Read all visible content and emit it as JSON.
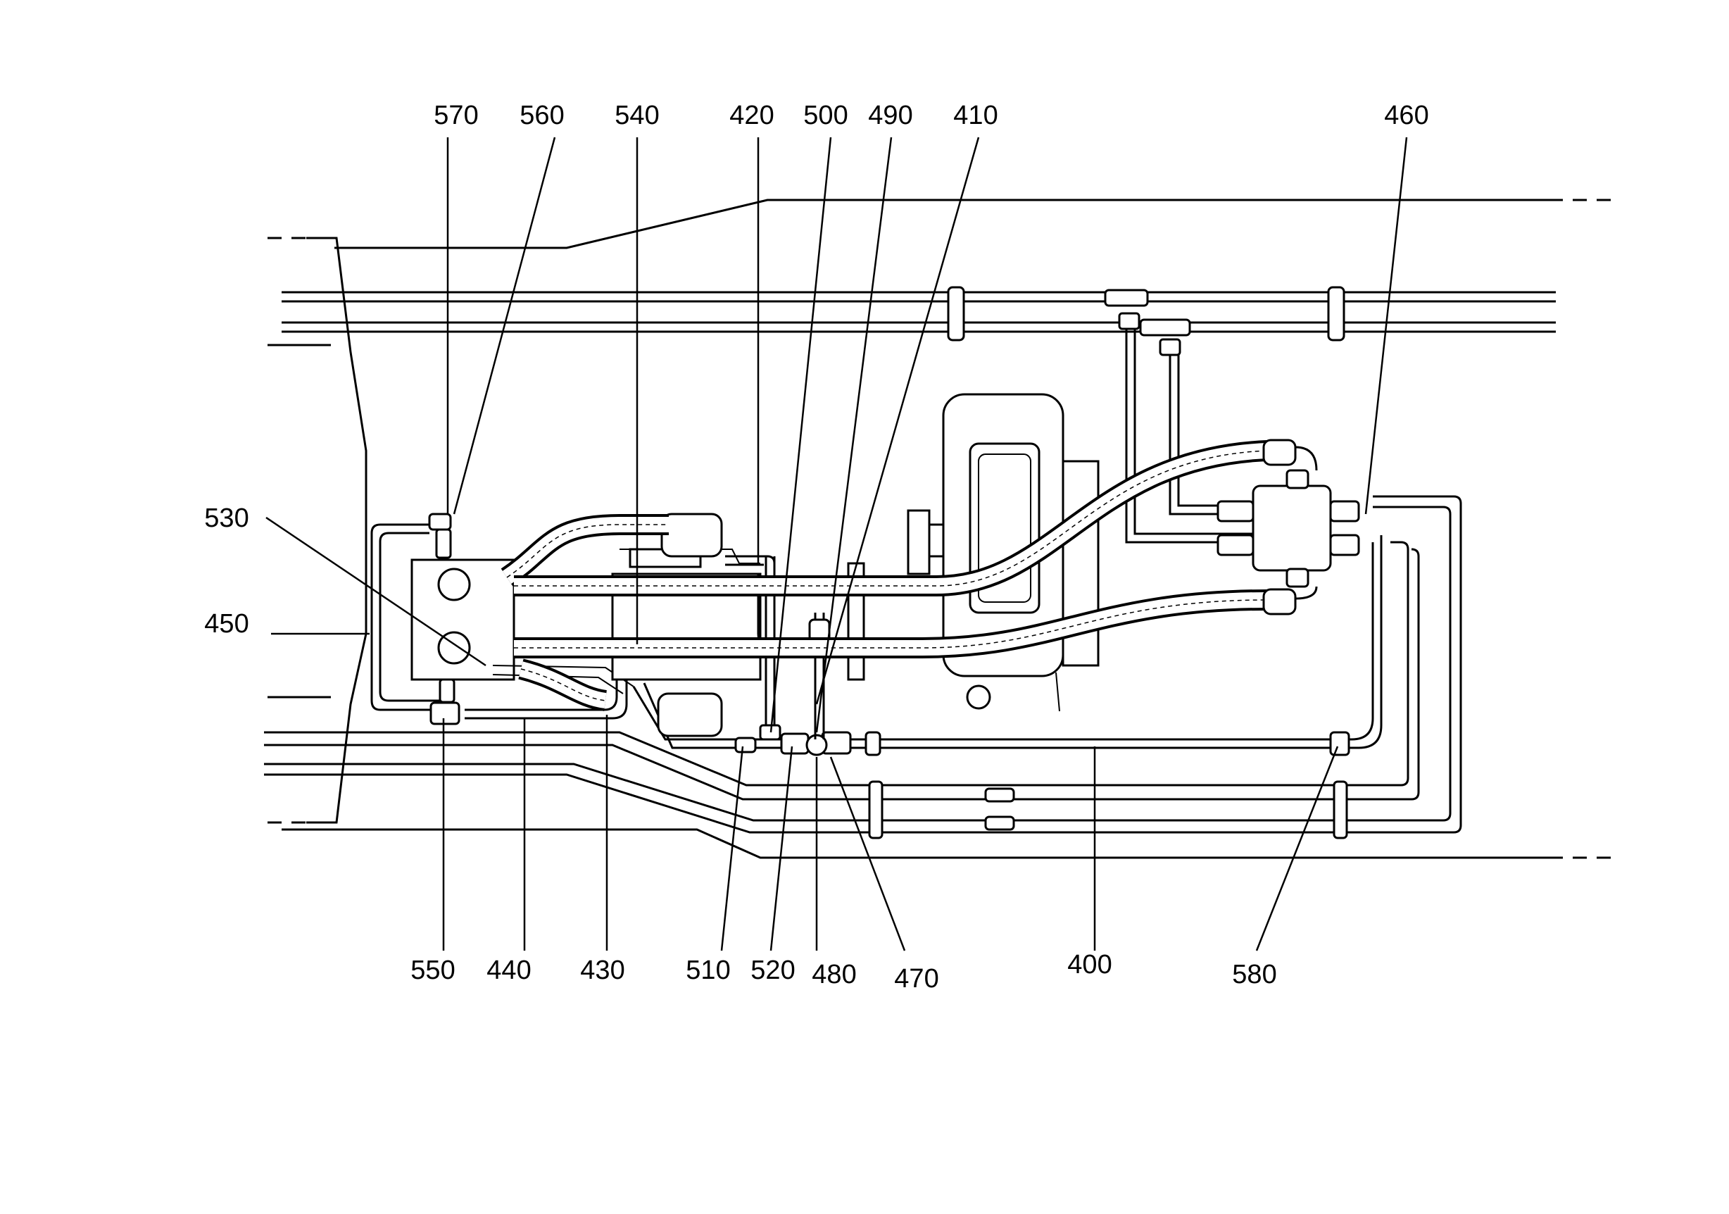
{
  "labels_top": [
    "570",
    "560",
    "540",
    "420",
    "500",
    "490",
    "410",
    "460"
  ],
  "labels_left": [
    "530",
    "450"
  ],
  "labels_bottom": [
    "550",
    "440",
    "430",
    "510",
    "520",
    "480",
    "470",
    "400",
    "580"
  ]
}
